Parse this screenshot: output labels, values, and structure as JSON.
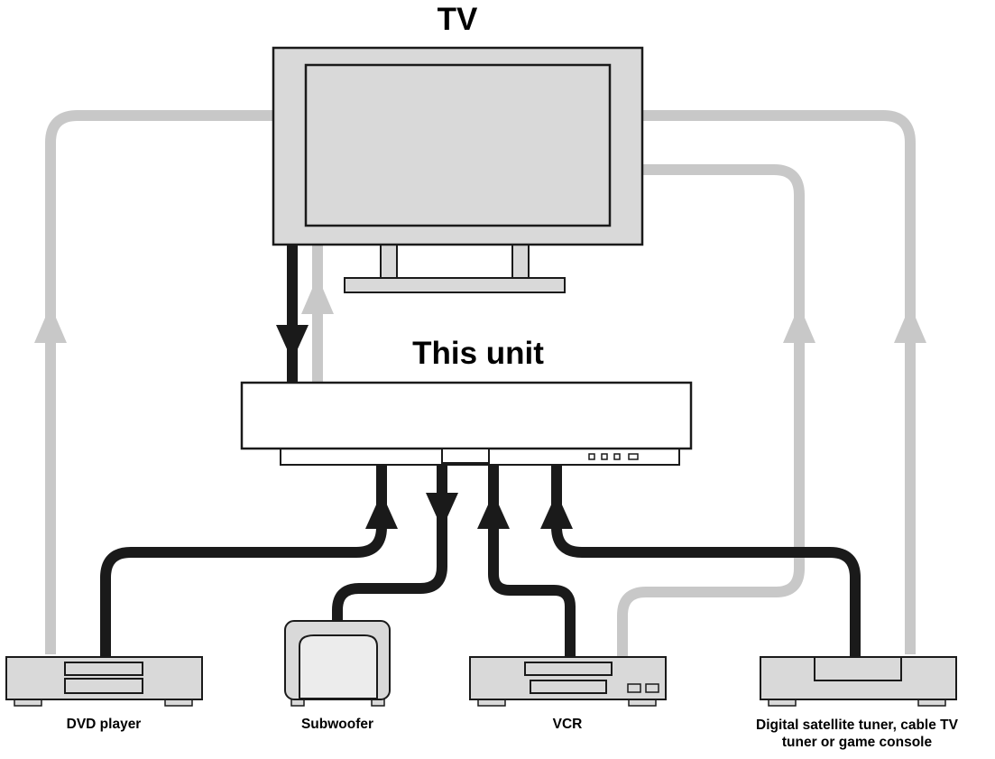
{
  "labels": {
    "tv": "TV",
    "unit": "This unit",
    "dvd": "DVD player",
    "subwoofer": "Subwoofer",
    "vcr": "VCR",
    "tuner_line1": "Digital satellite tuner, cable TV",
    "tuner_line2": "tuner or game console"
  },
  "colors": {
    "black_cable": "#1a1a1a",
    "gray_cable": "#c8c8c8",
    "device_fill": "#d9d9d9",
    "outline": "#1a1a1a"
  }
}
